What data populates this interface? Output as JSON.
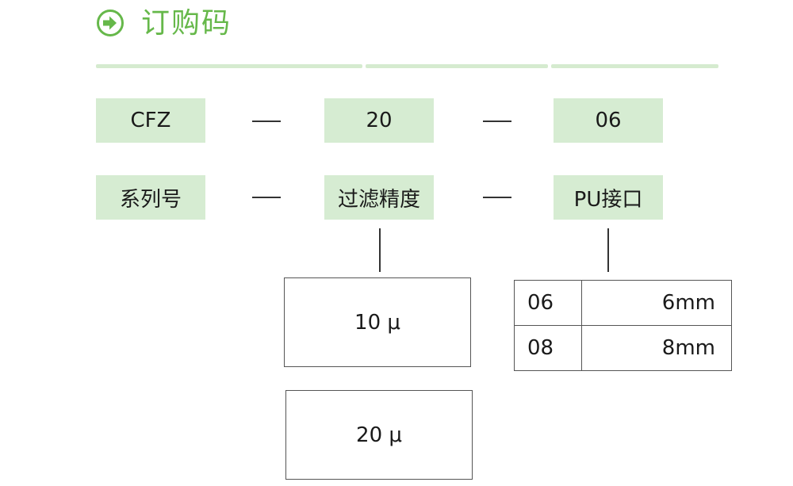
{
  "header": {
    "title": "订购码",
    "icon": "arrow-circle-right-icon",
    "accent_color": "#66b84a"
  },
  "code_row": {
    "series": "CFZ",
    "filter": "20",
    "port": "06",
    "separator": "—"
  },
  "label_row": {
    "series": "系列号",
    "filter": "过滤精度",
    "port": "PU接口"
  },
  "filter_options": [
    "10 μ",
    "20 μ"
  ],
  "port_options": [
    {
      "code": "06",
      "size": "6mm"
    },
    {
      "code": "08",
      "size": "8mm"
    }
  ],
  "box_color": "#d6ecd2"
}
